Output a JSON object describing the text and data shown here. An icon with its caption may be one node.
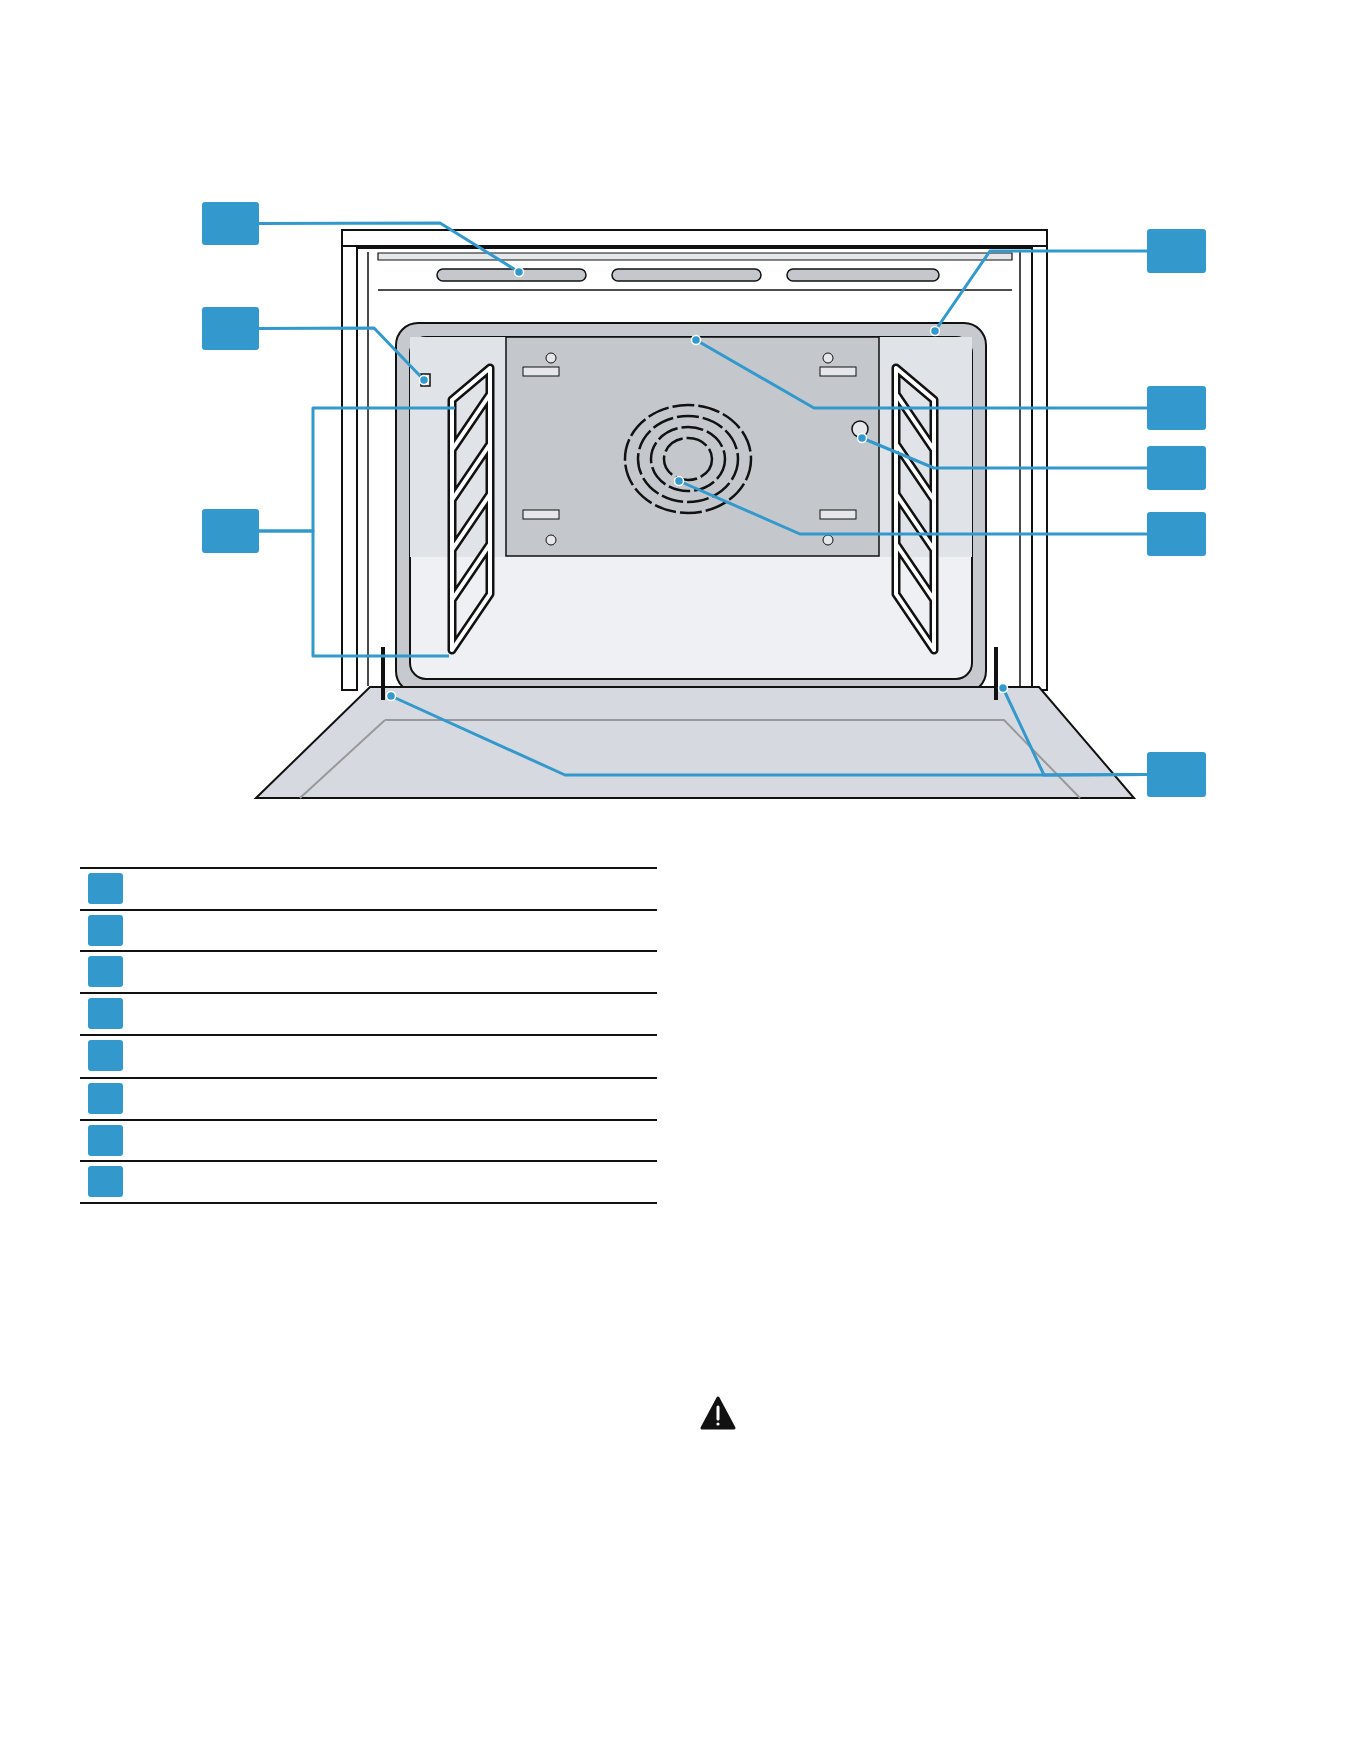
{
  "diagram": {
    "nodes": [
      {
        "text": [],
        "shape": "box"
      },
      {
        "text": [],
        "shape": "box"
      },
      {
        "text": [],
        "shape": "box"
      },
      {
        "text": [],
        "shape": "box"
      },
      {
        "text": [],
        "shape": "box"
      },
      {
        "text": [],
        "shape": "box"
      },
      {
        "text": [],
        "shape": "box"
      },
      {
        "text": [],
        "shape": "box"
      },
      {
        "text": [],
        "shape": "box"
      },
      {
        "text": [],
        "shape": "box"
      },
      {
        "text": [],
        "shape": "box"
      },
      {
        "text": [],
        "shape": "box"
      },
      {
        "text": [],
        "shape": "box"
      },
      {
        "text": [],
        "shape": "box"
      },
      {
        "text": [],
        "shape": "box"
      },
      {
        "text": [],
        "shape": "box"
      }
    ],
    "edges": [
      {
        "from": 0,
        "to": null,
        "arrow": "other"
      },
      {
        "from": 2,
        "to": null,
        "arrow": "other"
      },
      {
        "from": 5,
        "to": null,
        "arrow": "none"
      },
      {
        "from": 5,
        "to": null,
        "arrow": "none"
      },
      {
        "from": 1,
        "to": null,
        "arrow": "other"
      },
      {
        "from": 3,
        "to": null,
        "arrow": "other"
      },
      {
        "from": 4,
        "to": null,
        "arrow": "other"
      },
      {
        "from": 6,
        "to": null,
        "arrow": "other"
      },
      {
        "from": 7,
        "to": null,
        "arrow": "other"
      },
      {
        "from": 7,
        "to": null,
        "arrow": "other"
      }
    ]
  }
}
